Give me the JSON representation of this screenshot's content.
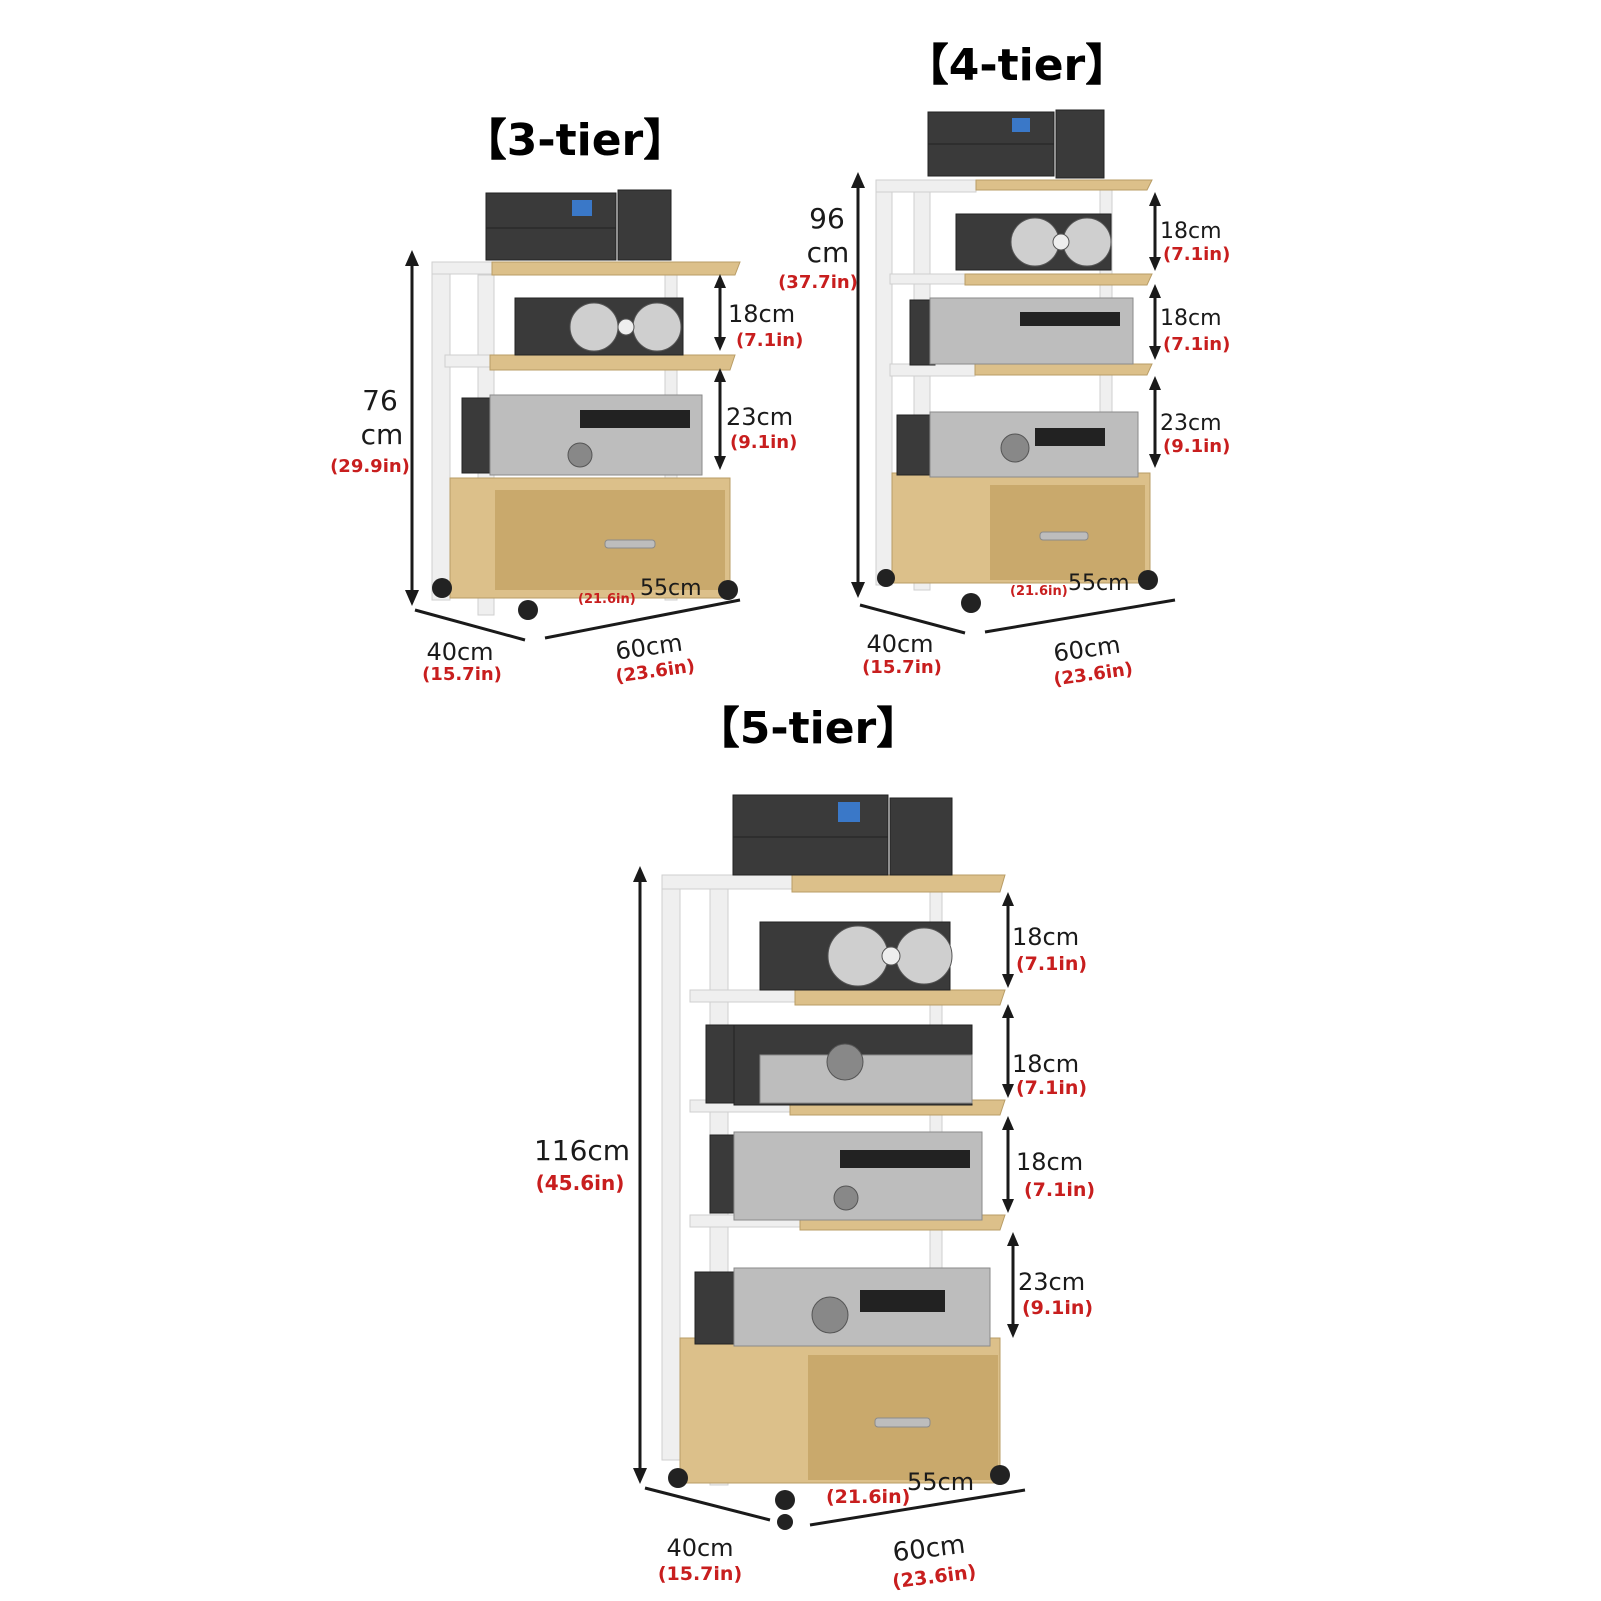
{
  "racks": [
    {
      "title": "【3-tier】",
      "height_cm": "76",
      "height_unit": "cm",
      "height_in": "(29.9in)",
      "shelf_gaps": [
        {
          "cm": "18cm",
          "in": "(7.1in)"
        },
        {
          "cm": "23cm",
          "in": "(9.1in)"
        }
      ],
      "inner_width_cm": "55cm",
      "inner_width_in": "(21.6in)",
      "depth_cm": "40cm",
      "depth_in": "(15.7in)",
      "width_cm": "60cm",
      "width_in": "(23.6in)"
    },
    {
      "title": "【4-tier】",
      "height_cm": "96",
      "height_unit": "cm",
      "height_in": "(37.7in)",
      "shelf_gaps": [
        {
          "cm": "18cm",
          "in": "(7.1in)"
        },
        {
          "cm": "18cm",
          "in": "(7.1in)"
        },
        {
          "cm": "23cm",
          "in": "(9.1in)"
        }
      ],
      "inner_width_cm": "55cm",
      "inner_width_in": "(21.6in)",
      "depth_cm": "40cm",
      "depth_in": "(15.7in)",
      "width_cm": "60cm",
      "width_in": "(23.6in)"
    },
    {
      "title": "【5-tier】",
      "height_cm": "116cm",
      "height_in": "(45.6in)",
      "shelf_gaps": [
        {
          "cm": "18cm",
          "in": "(7.1in)"
        },
        {
          "cm": "18cm",
          "in": "(7.1in)"
        },
        {
          "cm": "18cm",
          "in": "(7.1in)"
        },
        {
          "cm": "23cm",
          "in": "(9.1in)"
        }
      ],
      "inner_width_cm": "55cm",
      "inner_width_in": "(21.6in)",
      "depth_cm": "40cm",
      "depth_in": "(15.7in)",
      "width_cm": "60cm",
      "width_in": "(23.6in)"
    }
  ],
  "colors": {
    "dimension_text": "#1a1a1a",
    "imperial_text": "#c81e1e",
    "wood": "#dcc08a",
    "frame": "#efefef"
  }
}
